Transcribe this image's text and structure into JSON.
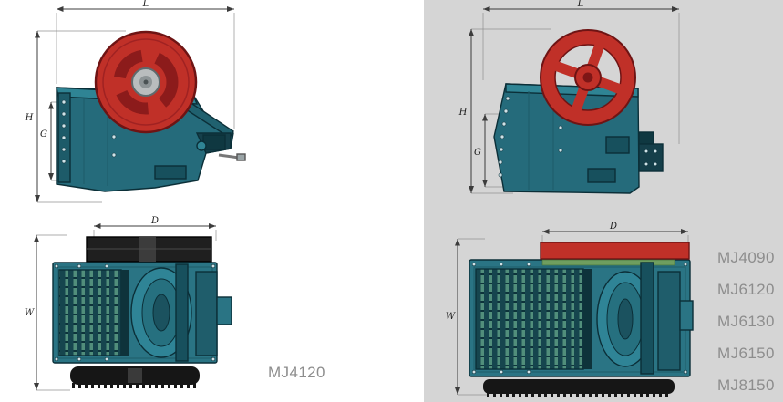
{
  "colors": {
    "panel_gray": "#d5d5d5",
    "body_teal": "#2a7484",
    "body_teal_dark": "#1d5b69",
    "outline": "#0b2f38",
    "flywheel_red": "#c03028",
    "flywheel_red_dark": "#6e1414",
    "belt_black": "#1a1a1a",
    "jaw_green": "#518e7b",
    "label_gray": "#8d8d8d"
  },
  "dimensions": {
    "length": "L",
    "height": "H",
    "gape": "G",
    "depth": "D",
    "width": "W"
  },
  "captions": {
    "bottom_left_model": "MJ4120"
  },
  "model_list": {
    "items": [
      {
        "label": "MJ4090"
      },
      {
        "label": "MJ6120"
      },
      {
        "label": "MJ6130"
      },
      {
        "label": "MJ6150"
      },
      {
        "label": "MJ8150"
      }
    ]
  }
}
